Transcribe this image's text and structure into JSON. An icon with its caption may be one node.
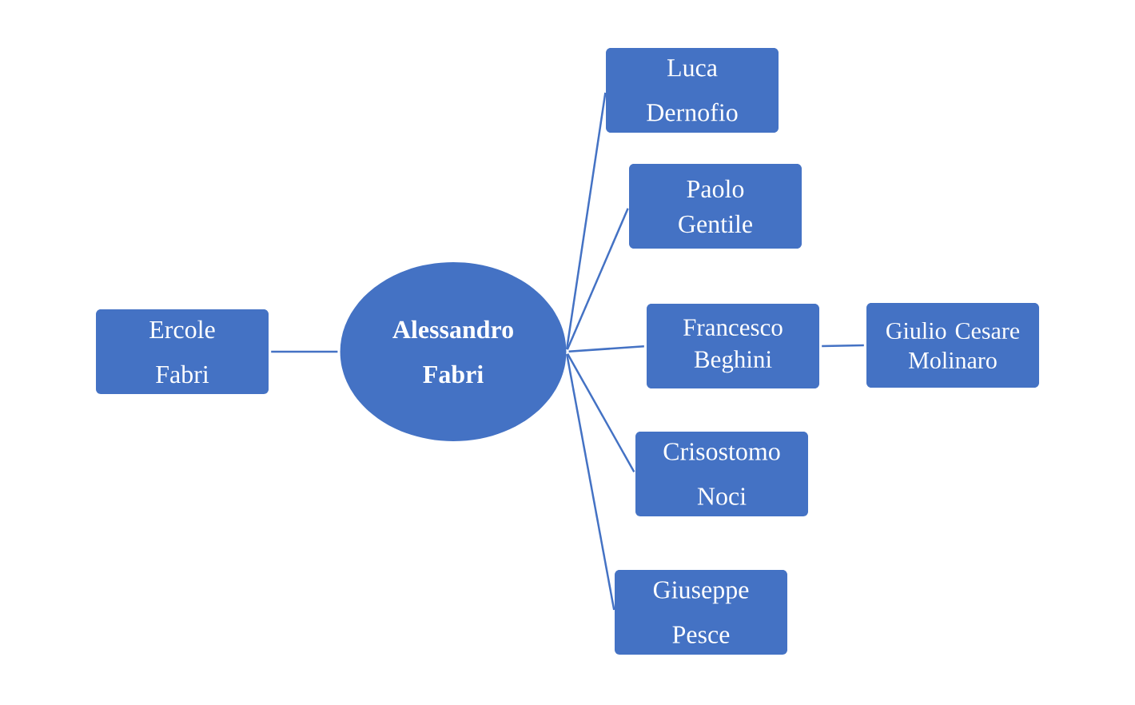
{
  "diagram": {
    "nodes": [
      {
        "text": [
          "Ercole Fabri"
        ]
      },
      {
        "text": [
          "Alessandro Fabri"
        ]
      },
      {
        "text": [
          "Luca Dernofio"
        ]
      },
      {
        "text": [
          "Paolo Gentile"
        ]
      },
      {
        "text": [
          "Francesco Beghini"
        ]
      },
      {
        "text": [
          "Giulio Cesare Molinaro"
        ]
      },
      {
        "text": [
          "Crisostomo Noci"
        ]
      },
      {
        "text": [
          "Giuseppe Pesce"
        ]
      }
    ],
    "edges": [
      {
        "from": 0,
        "to": 1,
        "arrow": "none"
      },
      {
        "from": 1,
        "to": 2,
        "arrow": "none"
      },
      {
        "from": 1,
        "to": 3,
        "arrow": "none"
      },
      {
        "from": 1,
        "to": 4,
        "arrow": "none"
      },
      {
        "from": 4,
        "to": 5,
        "arrow": "none"
      },
      {
        "from": 1,
        "to": 6,
        "arrow": "none"
      },
      {
        "from": 1,
        "to": 7,
        "arrow": "none"
      }
    ]
  }
}
